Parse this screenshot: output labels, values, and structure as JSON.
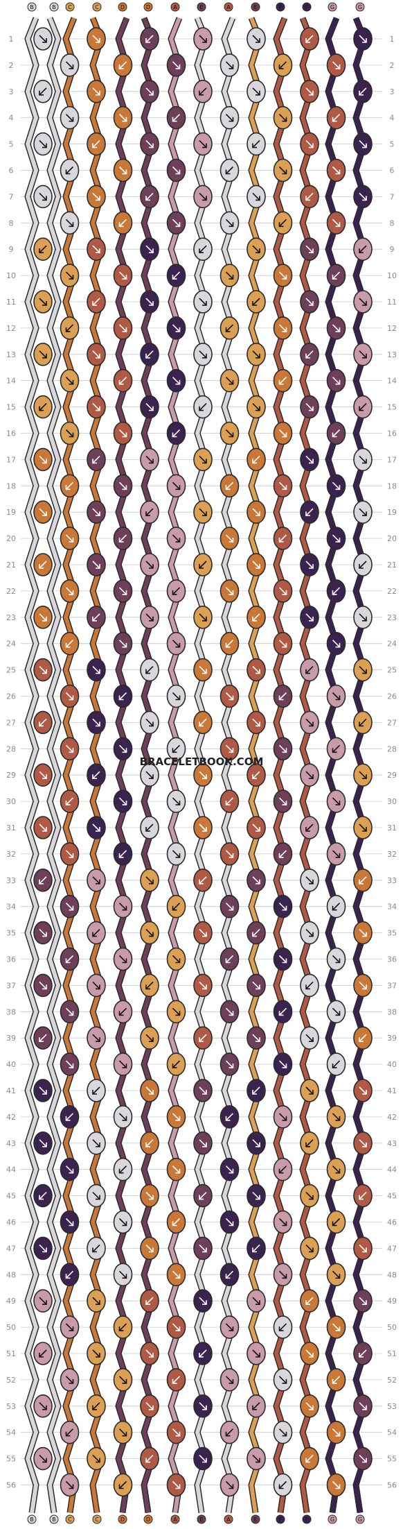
{
  "watermark": "BRACELETBOOK.COM",
  "string_letters": [
    "B",
    "B",
    "C",
    "C",
    "D",
    "D",
    "A",
    "E",
    "A",
    "E",
    "F",
    "F",
    "G",
    "G"
  ],
  "row_count": 56,
  "colors": {
    "A": "#b05a46",
    "B": "#d9d7dc",
    "C": "#dba054",
    "D": "#c97838",
    "E": "#6e3f58",
    "F": "#3b2350",
    "G": "#c99aa7",
    "outline": "#2a2a2a",
    "row_line": "#c8c8c8",
    "label": "#8a8a8a"
  },
  "knot_icons": {
    "forward": "arrow-down-right-icon",
    "backward": "arrow-down-left-icon"
  }
}
